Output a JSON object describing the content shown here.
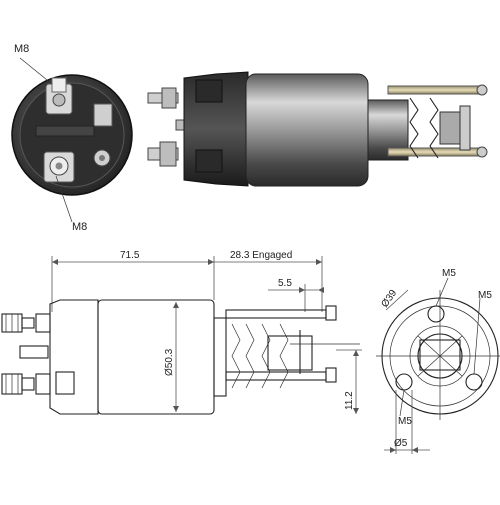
{
  "labels": {
    "top_thread": "M8",
    "bottom_thread": "M8",
    "length": "71.5",
    "engaged": "28.3 Engaged",
    "small_gap": "5.5",
    "diameter_body": "Ø50.3",
    "offset": "11.2",
    "diameter_flange": "Ø39",
    "hole_top": "M5",
    "hole_right": "M5",
    "hole_bottom": "M5",
    "hole_dia": "Ø5"
  },
  "colors": {
    "metal_dark": "#3a3a3a",
    "metal_mid": "#8c8c8c",
    "metal_light": "#d8d8d8",
    "brass": "#c9b87a",
    "line": "#222222",
    "accent": "#e03030"
  }
}
